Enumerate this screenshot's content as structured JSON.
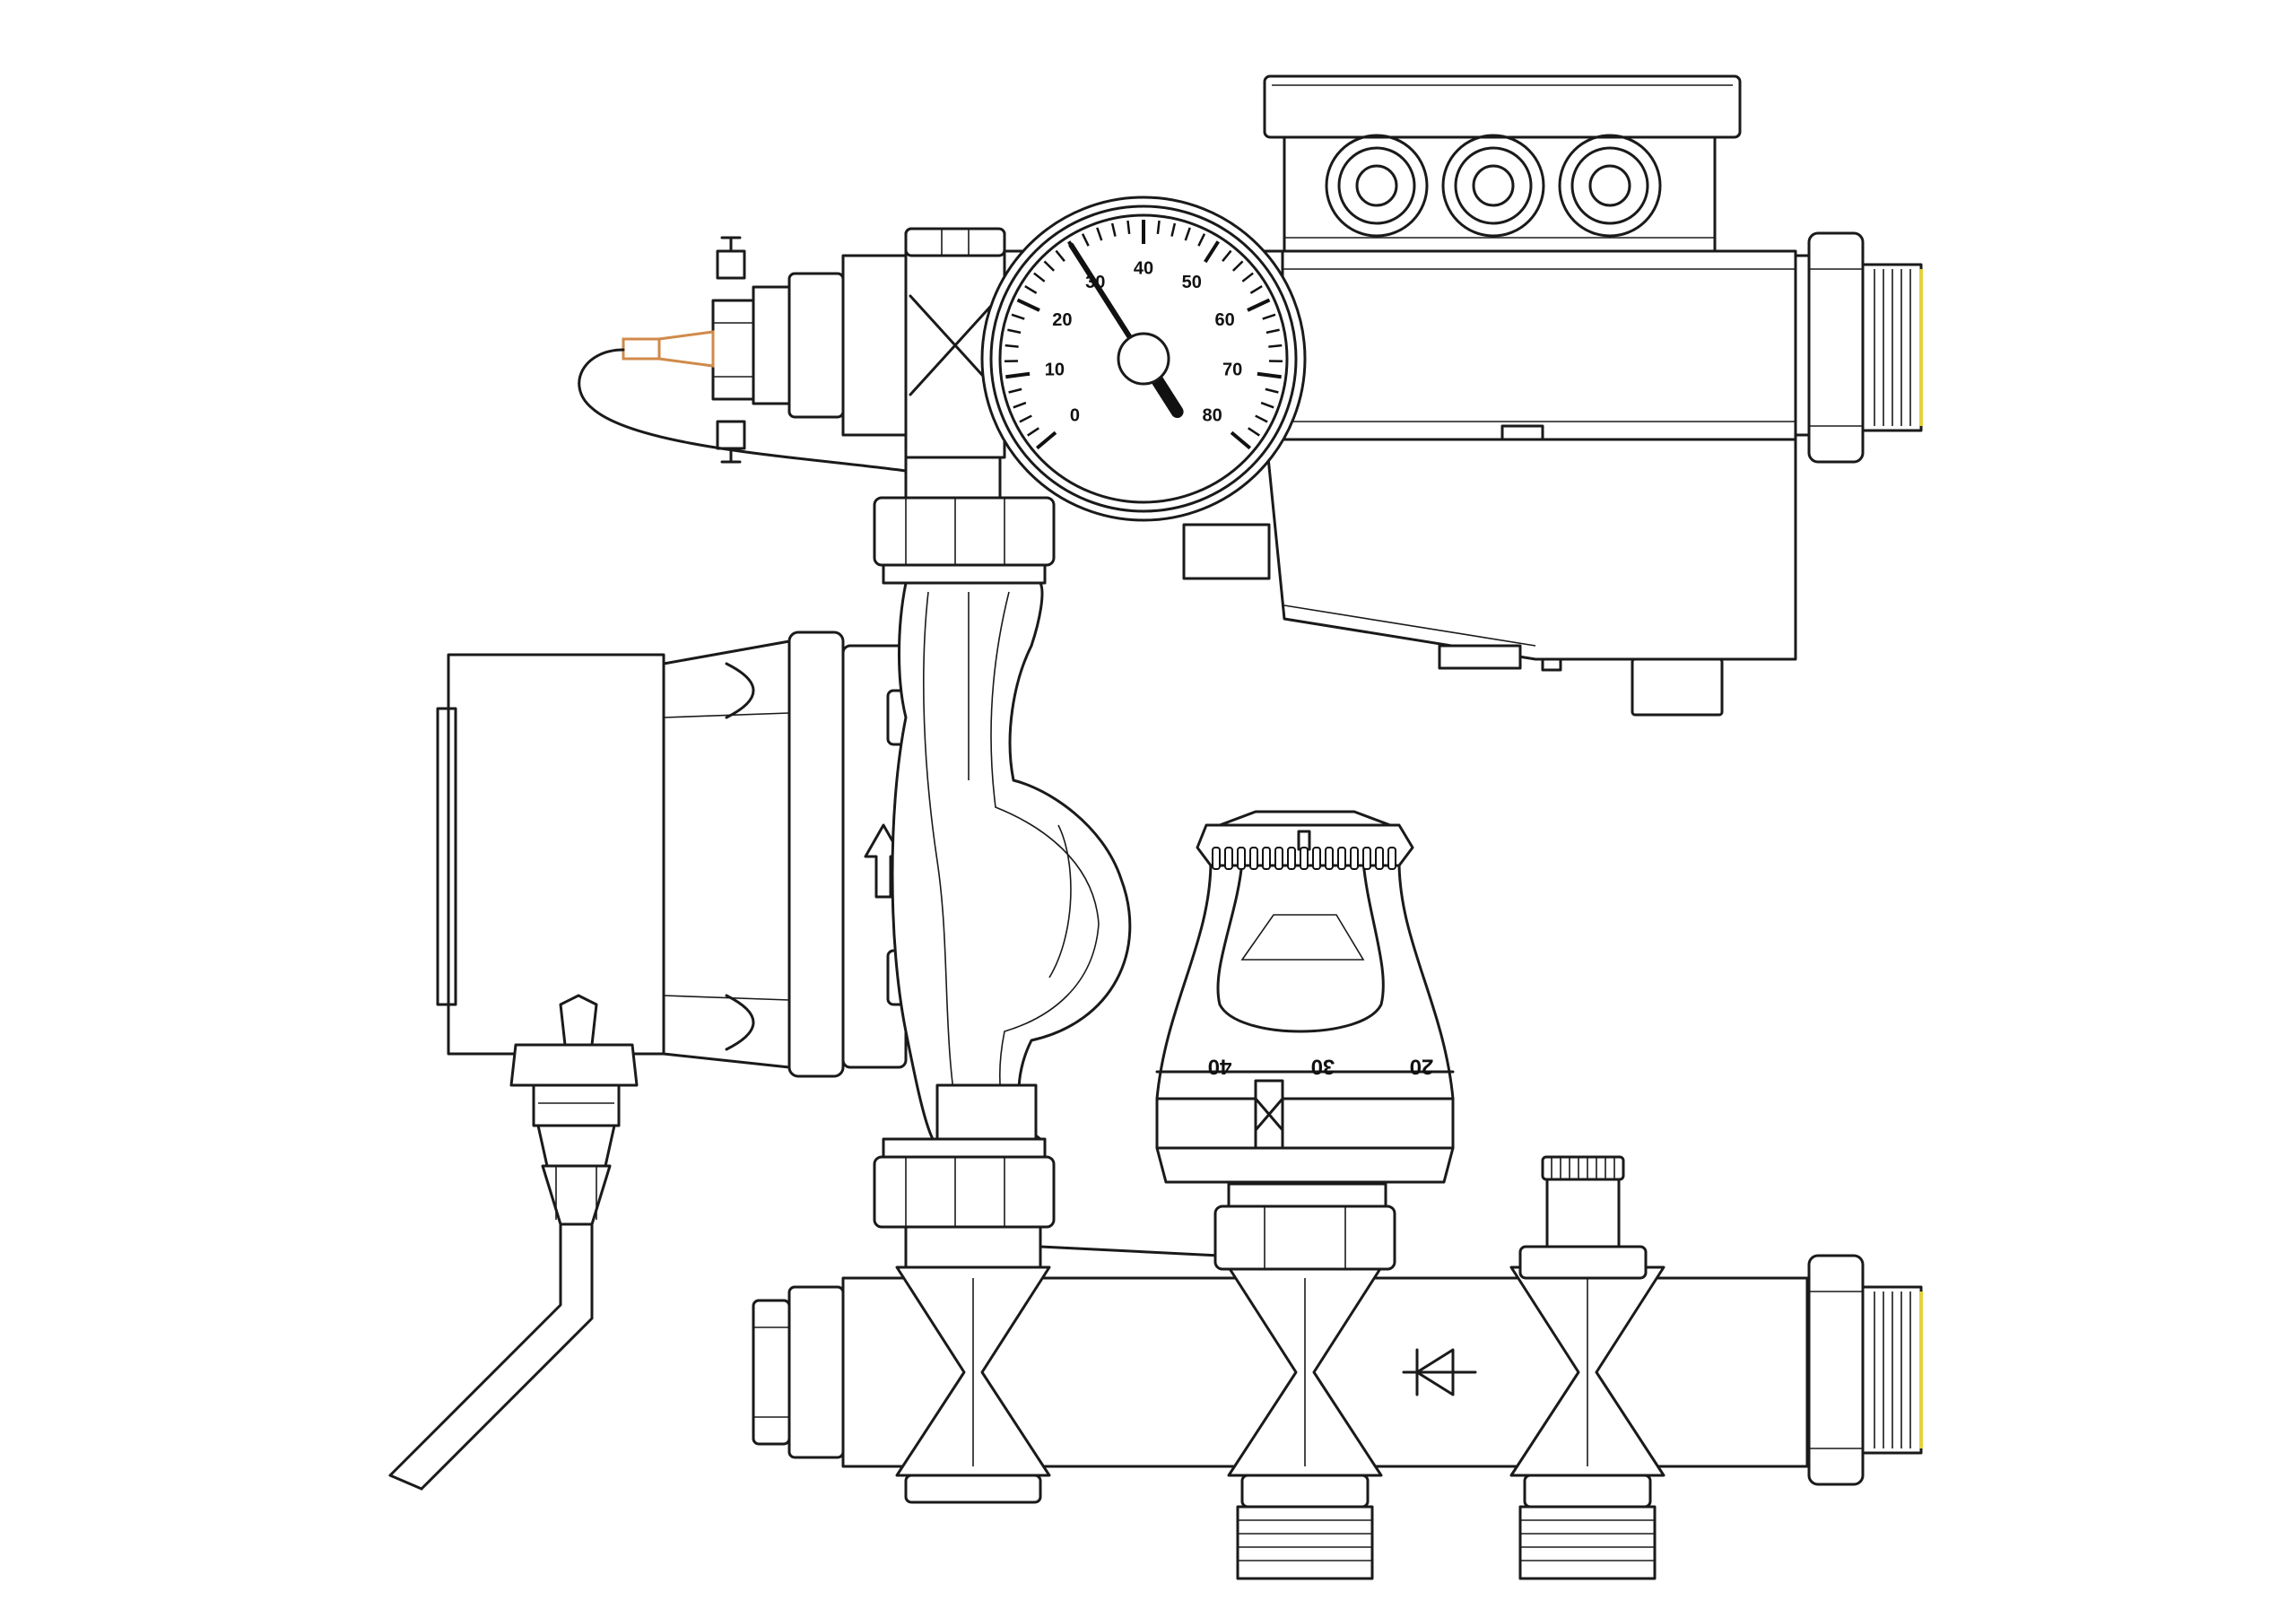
{
  "colors": {
    "line": "#1a1a1a",
    "background": "#ffffff",
    "sensor_accent": "#d08a4a",
    "thread_accent": "#e3d23c"
  },
  "gauge": {
    "labels": [
      "0",
      "10",
      "20",
      "30",
      "40",
      "50",
      "60",
      "70",
      "80"
    ],
    "needle_value": 30
  },
  "thermostat": {
    "labels": [
      "40",
      "30",
      "20"
    ]
  },
  "icons": {
    "flow_arrow": "flow-arrow-icon",
    "check_valve": "check-valve-icon"
  }
}
